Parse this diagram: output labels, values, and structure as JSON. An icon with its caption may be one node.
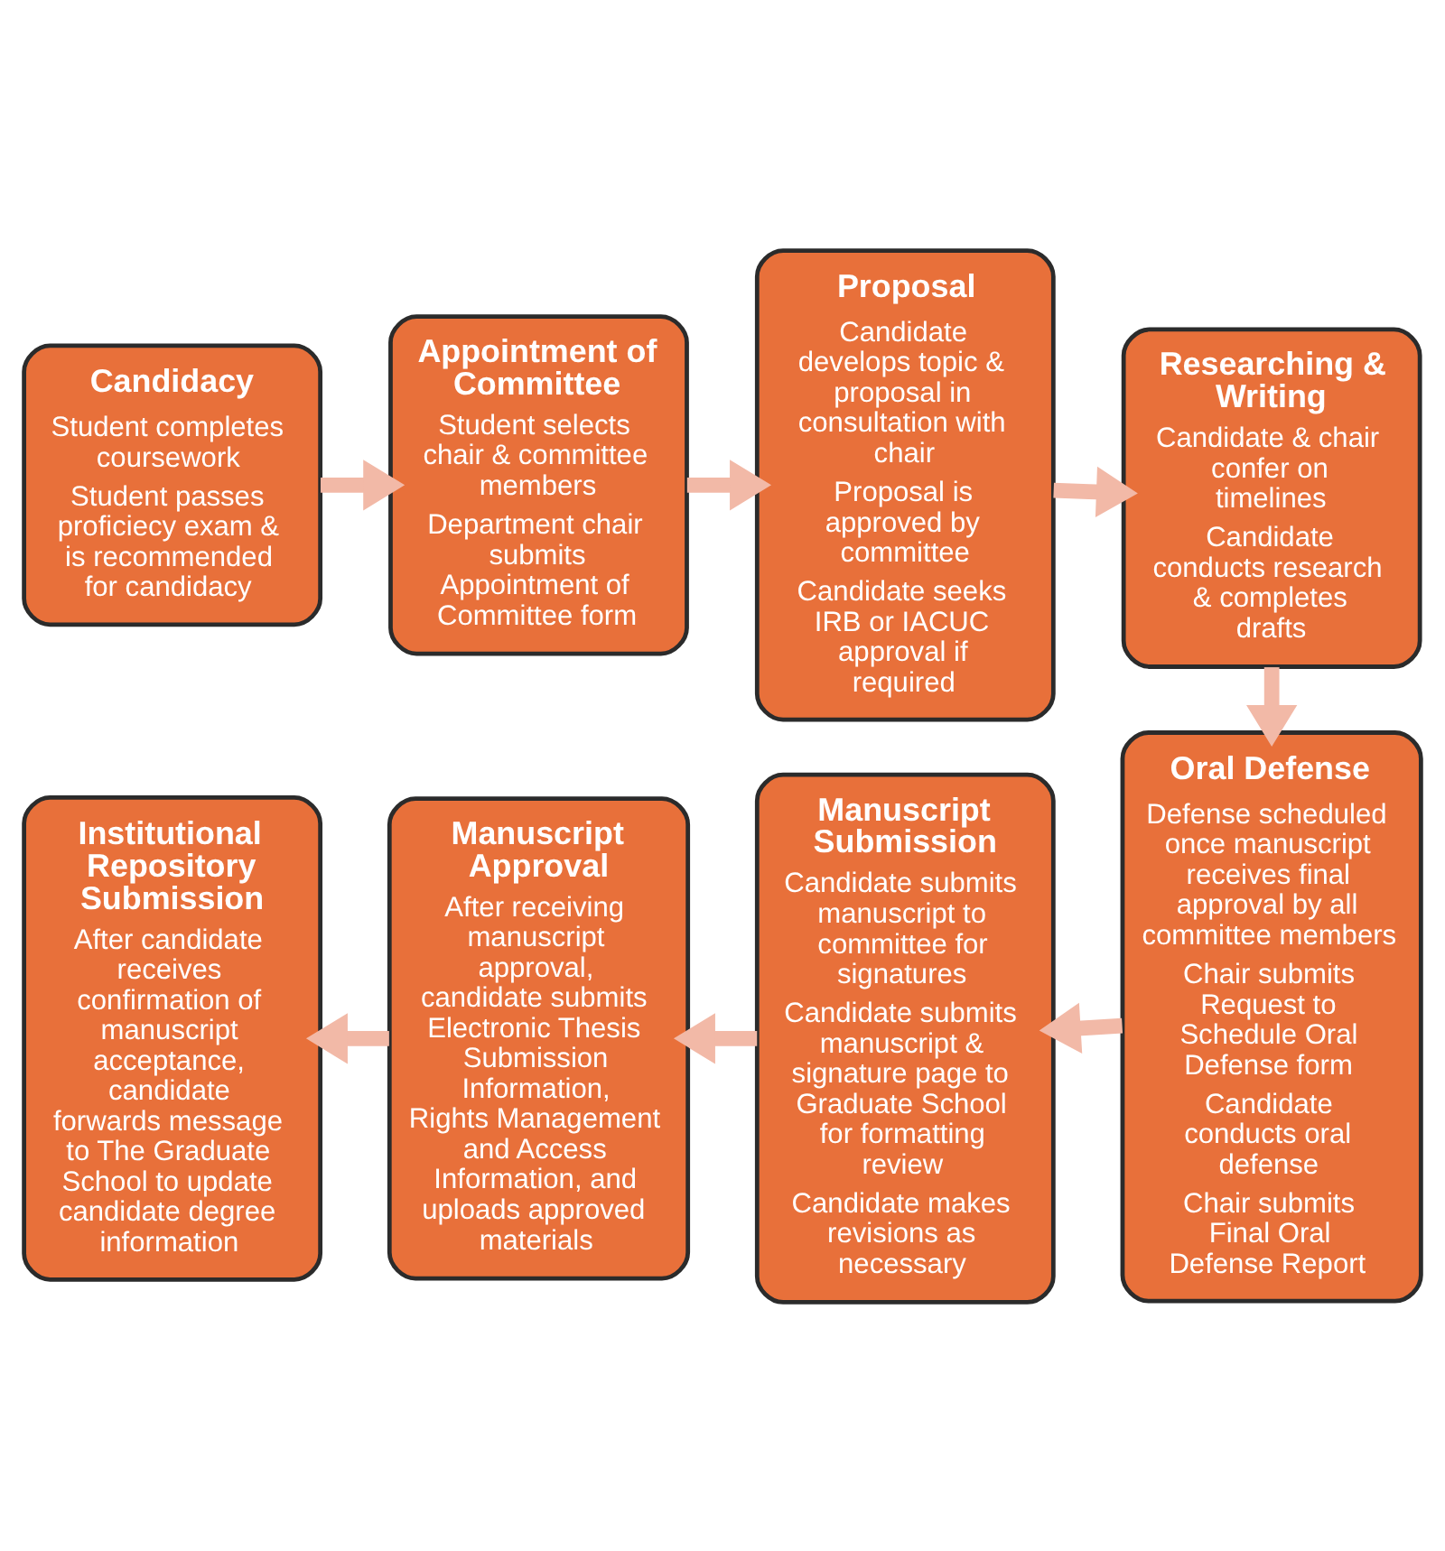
{
  "diagram": {
    "nodes": [
      {
        "text": [
          "Candidacy",
          "Student completes coursework",
          "Student passes proficiecy exam & is recommended for candidacy"
        ]
      },
      {
        "text": [
          "Appointment of Committee",
          "Student selects chair & committee members",
          "Department chair submits Appointment of Committee form"
        ]
      },
      {
        "text": [
          "Proposal",
          "Candidate develops topic & proposal in consultation with chair",
          "Proposal is approved by committee",
          "Candidate seeks IRB or IACUC approval if required"
        ]
      },
      {
        "text": [
          "Researching & Writing",
          "Candidate & chair confer on timelines",
          "Candidate conducts research & completes drafts"
        ]
      },
      {
        "text": [
          "Oral Defense",
          "Defense scheduled once manuscript receives final approval by all committee members",
          "Chair submits Request to Schedule Oral Defense form",
          "Candidate conducts oral defense",
          "Chair submits Final Oral Defense Report"
        ]
      },
      {
        "text": [
          "Manuscript Submission",
          "Candidate submits manuscript to committee for signatures",
          "Candidate submits manuscript & signature page to Graduate School for formatting review",
          "Candidate makes revisions as necessary"
        ]
      },
      {
        "text": [
          "Manuscript Approval",
          "After receiving manuscript approval, candidate submits Electronic Thesis Submission Information, Rights Management and Access Information, and uploads approved materials"
        ]
      },
      {
        "text": [
          "Institutional Repository Submission",
          "After candidate receives confirmation of manuscript acceptance, candidate forwards message to The Graduate School to update candidate degree information"
        ]
      }
    ],
    "edges": [
      {
        "from": 0,
        "to": 1,
        "arrow": "to"
      },
      {
        "from": 1,
        "to": 2,
        "arrow": "to"
      },
      {
        "from": 2,
        "to": 3,
        "arrow": "to"
      },
      {
        "from": 3,
        "to": 4,
        "arrow": "to"
      },
      {
        "from": 4,
        "to": 5,
        "arrow": "to"
      },
      {
        "from": 5,
        "to": 6,
        "arrow": "to"
      },
      {
        "from": 6,
        "to": 7,
        "arrow": "to"
      }
    ]
  }
}
